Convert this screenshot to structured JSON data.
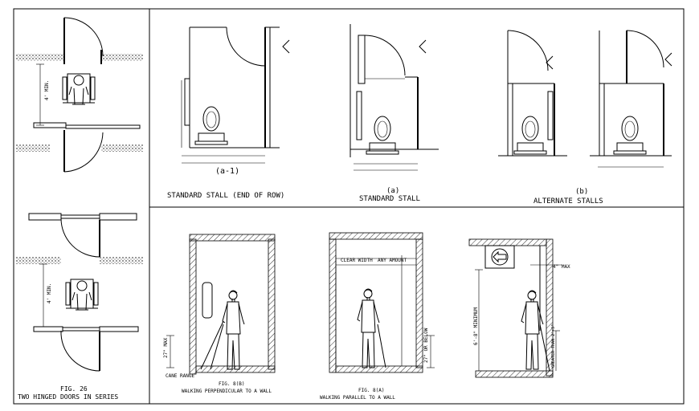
{
  "panels": {
    "fig26": {
      "fig_number": "FIG. 26",
      "caption": "TWO HINGED DOORS IN SERIES",
      "dim_top": "4' MIN.",
      "dim_bottom": "4' MIN."
    },
    "stalls": {
      "end_of_row": {
        "letter": "(a-1)",
        "caption": "STANDARD STALL (END OF ROW)"
      },
      "standard": {
        "letter": "(a)",
        "caption": "STANDARD STALL"
      },
      "alternate": {
        "letter": "(b)",
        "caption": "ALTERNATE STALLS"
      }
    },
    "cane": {
      "perpendicular": {
        "fig": "FIG. 8(B)",
        "caption": "WALKING PERPENDICULAR TO A WALL",
        "dim": "27\" MAX",
        "label": "CANE RANGE"
      },
      "parallel": {
        "fig": "FIG. 8(A)",
        "caption": "WALKING PARALLEL TO A WALL",
        "clear_width": "CLEAR WIDTH",
        "any_amount": "ANY AMOUNT",
        "dim": "27\" OR BELOW"
      },
      "protruding": {
        "dim_top": "4\" MAX",
        "dim_height": "6'-8\" MINIMUM",
        "dim_low": "GREATER THAN 2'-3\""
      }
    }
  },
  "icons": [
    "arrow-sign-icon",
    "wheelchair-user-icon",
    "cane-user-icon",
    "toilet-icon"
  ]
}
